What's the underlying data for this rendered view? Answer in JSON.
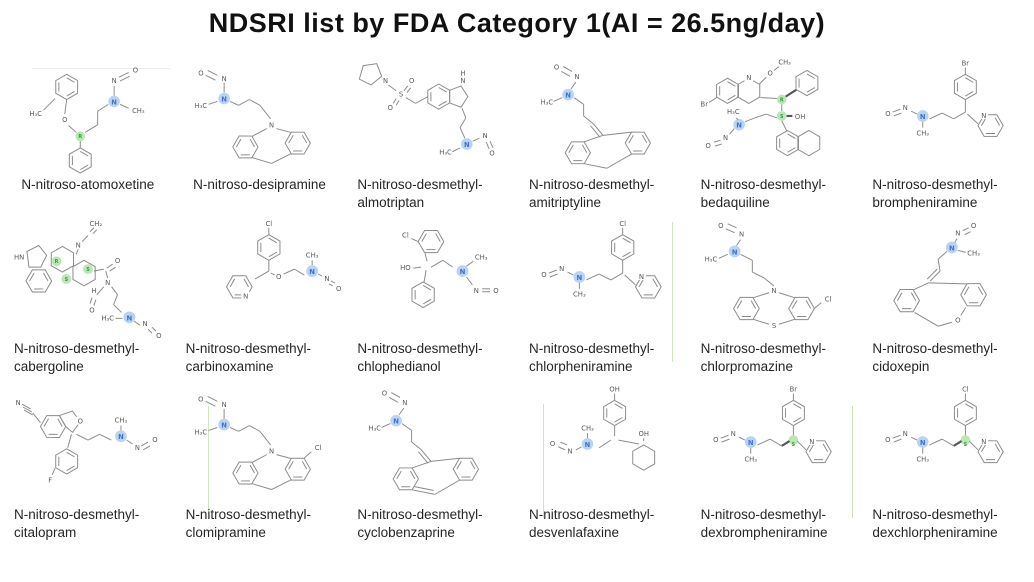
{
  "title": "NDSRI list by FDA Category 1(AI = 26.5ng/day)",
  "colors": {
    "nitrosamine_n_highlight": "#b8d4f2",
    "n_letter_blue": "#4472c4",
    "stereocenter_highlight": "#bce6b6",
    "stereo_letter_green": "#2f9e44",
    "bond_gray": "#8a8a8a",
    "label_text": "#262626",
    "divider_green": "#cfe6bd"
  },
  "compounds": [
    {
      "name_lines": [
        "N-nitroso-atomoxetine",
        ""
      ],
      "atoms": [
        "H₃C",
        "O",
        "R",
        "N",
        "CH₃",
        "N",
        "O"
      ]
    },
    {
      "name_lines": [
        "N-nitroso-desipramine",
        ""
      ],
      "atoms": [
        "O",
        "N",
        "N",
        "H₃C",
        "N"
      ]
    },
    {
      "name_lines": [
        "N-nitroso-desmethyl-",
        "almotriptan"
      ],
      "atoms": [
        "N",
        "S",
        "O",
        "O",
        "H",
        "N",
        "N",
        "H₃C",
        "N",
        "O"
      ]
    },
    {
      "name_lines": [
        "N-nitroso-desmethyl-",
        "amitriptyline"
      ],
      "atoms": [
        "O",
        "N",
        "N",
        "H₃C"
      ]
    },
    {
      "name_lines": [
        "N-nitroso-desmethyl-",
        "bedaquiline"
      ],
      "atoms": [
        "Br",
        "N",
        "O",
        "CH₃",
        "R",
        "S",
        "OH",
        "H₃C",
        "N",
        "N",
        "O"
      ]
    },
    {
      "name_lines": [
        "N-nitroso-desmethyl-",
        "brompheniramine"
      ],
      "atoms": [
        "Br",
        "N",
        "N",
        "CH₃",
        "N",
        "O"
      ]
    },
    {
      "name_lines": [
        "N-nitroso-desmethyl-",
        "cabergoline"
      ],
      "atoms": [
        "CH₂",
        "N",
        "HN",
        "R",
        "S",
        "S",
        "O",
        "N",
        "H",
        "O",
        "H₃C",
        "N",
        "N",
        "O"
      ]
    },
    {
      "name_lines": [
        "N-nitroso-desmethyl-",
        "carbinoxamine"
      ],
      "atoms": [
        "Cl",
        "N",
        "O",
        "CH₃",
        "N",
        "N",
        "O"
      ]
    },
    {
      "name_lines": [
        "N-nitroso-desmethyl-",
        "chlophedianol"
      ],
      "atoms": [
        "Cl",
        "HO",
        "CH₃",
        "N",
        "N",
        "O"
      ]
    },
    {
      "name_lines": [
        "N-nitroso-desmethyl-",
        "chlorpheniramine"
      ],
      "atoms": [
        "Cl",
        "N",
        "N",
        "CH₃",
        "N",
        "O"
      ]
    },
    {
      "name_lines": [
        "N-nitroso-desmethyl-",
        "chlorpromazine"
      ],
      "atoms": [
        "O",
        "N",
        "N",
        "H₃C",
        "N",
        "S",
        "Cl"
      ]
    },
    {
      "name_lines": [
        "N-nitroso-desmethyl-",
        "cidoxepin"
      ],
      "atoms": [
        "N",
        "O",
        "N",
        "CH₃",
        "O"
      ]
    },
    {
      "name_lines": [
        "N-nitroso-desmethyl-",
        "citalopram"
      ],
      "atoms": [
        "N",
        "O",
        "F",
        "CH₃",
        "N",
        "N",
        "O"
      ]
    },
    {
      "name_lines": [
        "N-nitroso-desmethyl-",
        "clomipramine"
      ],
      "atoms": [
        "O",
        "N",
        "N",
        "H₃C",
        "N",
        "Cl"
      ]
    },
    {
      "name_lines": [
        "N-nitroso-desmethyl-",
        "cyclobenzaprine"
      ],
      "atoms": [
        "O",
        "N",
        "N",
        "H₃C"
      ]
    },
    {
      "name_lines": [
        "N-nitroso-desmethyl-",
        "desvenlafaxine"
      ],
      "atoms": [
        "OH",
        "CH₃",
        "N",
        "O",
        "N",
        "OH"
      ]
    },
    {
      "name_lines": [
        "N-nitroso-desmethyl-",
        "dexbrompheniramine"
      ],
      "atoms": [
        "Br",
        "N",
        "S",
        "N",
        "CH₃",
        "N",
        "O"
      ]
    },
    {
      "name_lines": [
        "N-nitroso-desmethyl-",
        "dexchlorpheniramine"
      ],
      "atoms": [
        "Cl",
        "N",
        "S",
        "N",
        "CH₃",
        "N",
        "O"
      ]
    }
  ]
}
